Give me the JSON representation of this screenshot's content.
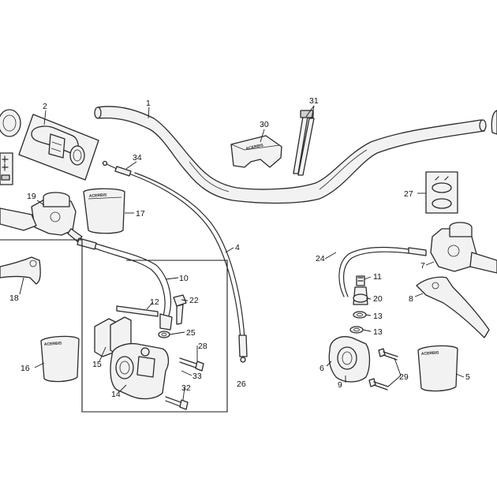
{
  "diagram": {
    "callouts": {
      "c1": "1",
      "c2": "2",
      "c4": "4",
      "c5": "5",
      "c6": "6",
      "c7": "7",
      "c8": "8",
      "c9": "9",
      "c10": "10",
      "c11": "11",
      "c12": "12",
      "c13a": "13",
      "c13b": "13",
      "c14": "14",
      "c15": "15",
      "c16": "16",
      "c17": "17",
      "c18": "18",
      "c19": "19",
      "c20": "20",
      "c22": "22",
      "c24": "24",
      "c25": "25",
      "c26": "26",
      "c27": "27",
      "c28": "28",
      "c29": "29",
      "c30": "30",
      "c31": "31",
      "c32": "32",
      "c33": "33",
      "c34": "34"
    },
    "colors": {
      "line": "#2a2a2a",
      "fill": "#f2f2f2",
      "shade": "#cfcfcf",
      "background": "#ffffff"
    }
  }
}
